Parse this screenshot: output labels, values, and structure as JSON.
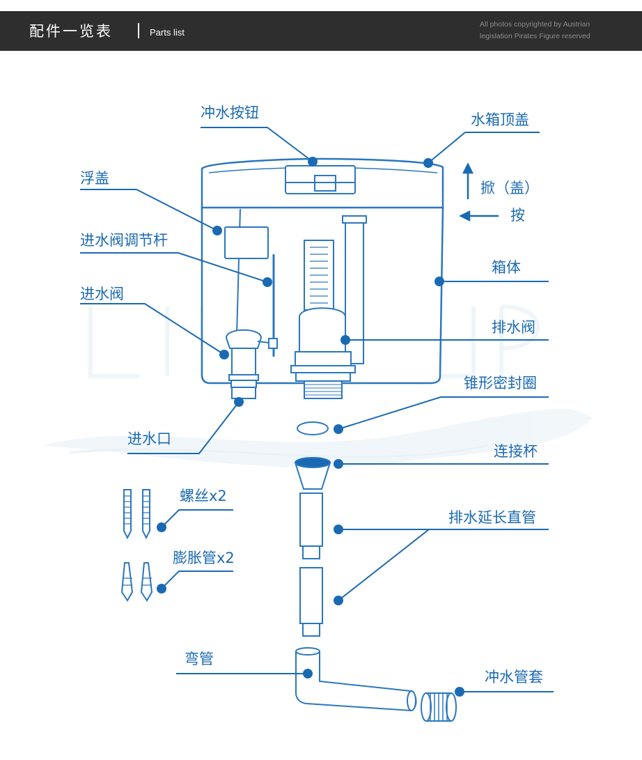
{
  "header": {
    "title": "配件一览表",
    "subtitle": "Parts list",
    "copyright_line1": "All photos copyrighted by Austrian",
    "copyright_line2": "legislation Pirates Figure reserved"
  },
  "labels": {
    "flush_button": "冲水按钮",
    "tank_lid": "水箱顶盖",
    "float_cap": "浮盖",
    "lift_lid": "掀（盖）",
    "press": "按",
    "inlet_adjust_rod": "进水阀调节杆",
    "tank_body": "箱体",
    "inlet_valve": "进水阀",
    "drain_valve": "排水阀",
    "cone_seal": "锥形密封圈",
    "inlet_port": "进水口",
    "connector_cup": "连接杯",
    "screws": "螺丝x2",
    "drain_extension_pipe": "排水延长直管",
    "expansion_tube": "膨胀管x2",
    "elbow_pipe": "弯管",
    "flush_pipe_sleeve": "冲水管套"
  },
  "colors": {
    "accent": "#1a6ab3",
    "header_bg": "#2e2e2e",
    "outline": "#2a77bf"
  }
}
